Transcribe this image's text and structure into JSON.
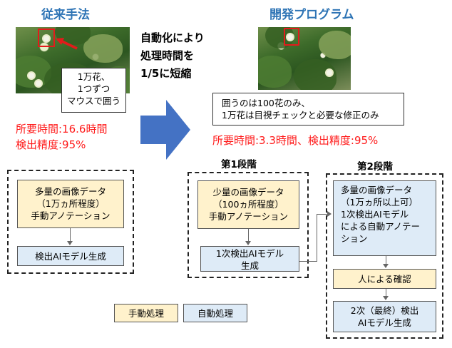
{
  "left": {
    "title": "従来手法",
    "callout_lines": [
      "1万花、",
      "1つずつ",
      "マウスで囲う"
    ],
    "time_text": "所要時間:16.6時間",
    "accuracy_text": "検出精度:95%",
    "box_manual_lines": [
      "多量の画像データ",
      "（1万ヵ所程度）",
      "手動アノテーション"
    ],
    "box_generate": "検出AIモデル生成"
  },
  "middle": {
    "text_lines": [
      "自動化により",
      "処理時間を",
      "1/5に短縮"
    ]
  },
  "right": {
    "title": "開発プログラム",
    "note_lines": [
      "囲うのは100花のみ、",
      "1万花は目視チェックと必要な修正のみ"
    ],
    "time_accuracy_text": "所要時間:3.3時間、検出精度:95%",
    "stage1": {
      "label": "第1段階",
      "box_manual_lines": [
        "少量の画像データ",
        "（100ヵ所程度）",
        "手動アノテーション"
      ],
      "box_model_lines": [
        "1次検出AIモデル",
        "生成"
      ]
    },
    "stage2": {
      "label": "第2段階",
      "box_auto_lines": [
        "多量の画像データ",
        "（1万ヵ所以上可）",
        "1次検出AIモデル",
        "による自動アノテー",
        "ション"
      ],
      "box_confirm": "人による確認",
      "box_final_lines": [
        "2次（最終）検出",
        "AIモデル生成"
      ]
    }
  },
  "legend": {
    "manual": "手動処理",
    "auto": "自動処理"
  },
  "colors": {
    "title_blue": "#2e74b5",
    "red_text": "#ff1a1a",
    "arrow_blue": "#4472c4",
    "manual_fill": "#fff2cc",
    "auto_fill": "#deebf7"
  }
}
